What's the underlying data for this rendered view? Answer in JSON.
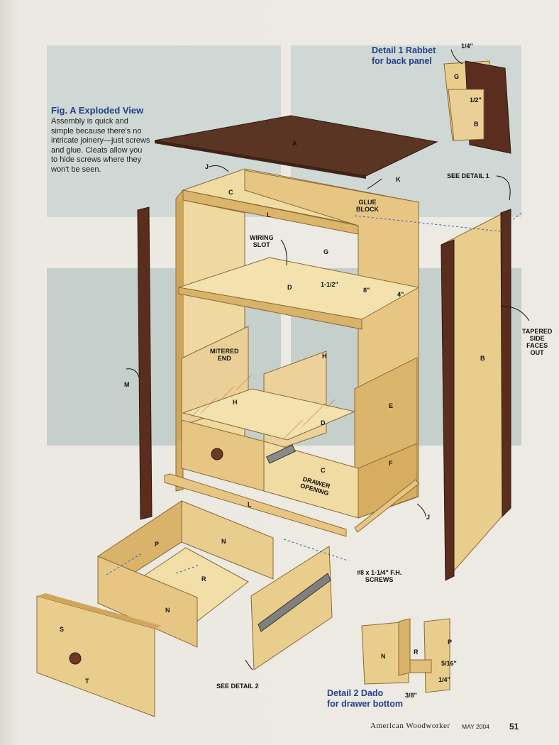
{
  "figure": {
    "title": "Fig. A Exploded View",
    "description": "Assembly is quick and simple because there's no intricate joinery—just screws and glue. Cleats allow you to hide screws where they won't be seen."
  },
  "detail1": {
    "title_line1": "Detail 1 Rabbet",
    "title_line2": "for back panel",
    "dim_top": "1/4\"",
    "dim_side": "1/2\"",
    "part_g": "G",
    "part_b": "B"
  },
  "detail2": {
    "title_line1": "Detail 2 Dado",
    "title_line2": "for drawer bottom",
    "dim_a": "5/16\"",
    "dim_b": "1/4\"",
    "dim_c": "3/8\"",
    "part_n": "N",
    "part_r": "R",
    "part_p": "P"
  },
  "callouts": {
    "see_detail_1": "SEE DETAIL 1",
    "see_detail_2": "SEE DETAIL 2",
    "glue_block_1": "GLUE",
    "glue_block_2": "BLOCK",
    "wiring_slot_1": "WIRING",
    "wiring_slot_2": "SLOT",
    "mitered_end_1": "MITERED",
    "mitered_end_2": "END",
    "drawer_opening_1": "DRAWER",
    "drawer_opening_2": "OPENING",
    "tapered_1": "TAPERED",
    "tapered_2": "SIDE",
    "tapered_3": "FACES",
    "tapered_4": "OUT",
    "screws_1": "#8 x 1-1/4\" F.H.",
    "screws_2": "SCREWS"
  },
  "dimensions": {
    "d1": "1-1/2\"",
    "d2": "8\"",
    "d3": "4\""
  },
  "parts": {
    "A": "A",
    "B": "B",
    "C": "C",
    "C2": "C",
    "D": "D",
    "D2": "D",
    "E": "E",
    "F": "F",
    "G": "G",
    "H": "H",
    "H2": "H",
    "J": "J",
    "J2": "J",
    "K": "K",
    "L": "L",
    "L2": "L",
    "M": "M",
    "N": "N",
    "N2": "N",
    "P": "P",
    "R": "R",
    "S": "S",
    "T": "T"
  },
  "footer": {
    "magazine": "American Woodworker",
    "issue": "MAY 2004",
    "page": "51"
  },
  "colors": {
    "wood_light": "#e9cd8c",
    "wood_mid": "#d9b36a",
    "wood_dark": "#c69a4f",
    "walnut": "#5a2d1f",
    "title_blue": "#243f8e"
  }
}
